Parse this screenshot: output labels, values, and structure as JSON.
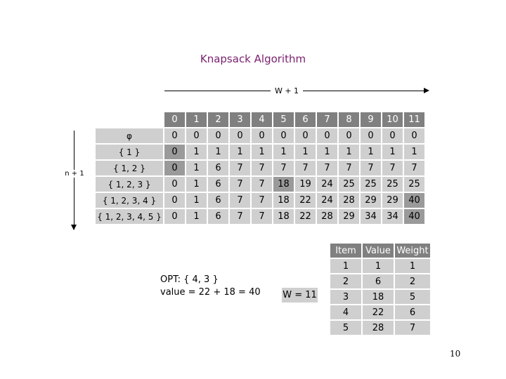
{
  "title": "Knapsack Algorithm",
  "w_axis_label": "W + 1",
  "n_axis_label": "n + 1",
  "dp_table": {
    "header": [
      "0",
      "1",
      "2",
      "3",
      "4",
      "5",
      "6",
      "7",
      "8",
      "9",
      "10",
      "11"
    ],
    "rows": [
      {
        "subset": "φ",
        "values": [
          "0",
          "0",
          "0",
          "0",
          "0",
          "0",
          "0",
          "0",
          "0",
          "0",
          "0",
          "0"
        ]
      },
      {
        "subset": "{ 1 }",
        "values": [
          "0",
          "1",
          "1",
          "1",
          "1",
          "1",
          "1",
          "1",
          "1",
          "1",
          "1",
          "1"
        ]
      },
      {
        "subset": "{ 1, 2 }",
        "values": [
          "0",
          "1",
          "6",
          "7",
          "7",
          "7",
          "7",
          "7",
          "7",
          "7",
          "7",
          "7"
        ]
      },
      {
        "subset": "{ 1, 2, 3 }",
        "values": [
          "0",
          "1",
          "6",
          "7",
          "7",
          "18",
          "19",
          "24",
          "25",
          "25",
          "25",
          "25"
        ]
      },
      {
        "subset": "{ 1, 2, 3, 4 }",
        "values": [
          "0",
          "1",
          "6",
          "7",
          "7",
          "18",
          "22",
          "24",
          "28",
          "29",
          "29",
          "40"
        ]
      },
      {
        "subset": "{ 1, 2, 3, 4, 5 }",
        "values": [
          "0",
          "1",
          "6",
          "7",
          "7",
          "18",
          "22",
          "28",
          "29",
          "34",
          "34",
          "40"
        ]
      }
    ]
  },
  "items_table": {
    "header": [
      "Item",
      "Value",
      "Weight"
    ],
    "rows": [
      [
        "1",
        "1",
        "1"
      ],
      [
        "2",
        "6",
        "2"
      ],
      [
        "3",
        "18",
        "5"
      ],
      [
        "4",
        "22",
        "6"
      ],
      [
        "5",
        "28",
        "7"
      ]
    ]
  },
  "opt_line": "OPT: { 4, 3 }",
  "value_line": "value = 22 + 18 = 40",
  "w_box": "W = 11",
  "page_number": "10"
}
